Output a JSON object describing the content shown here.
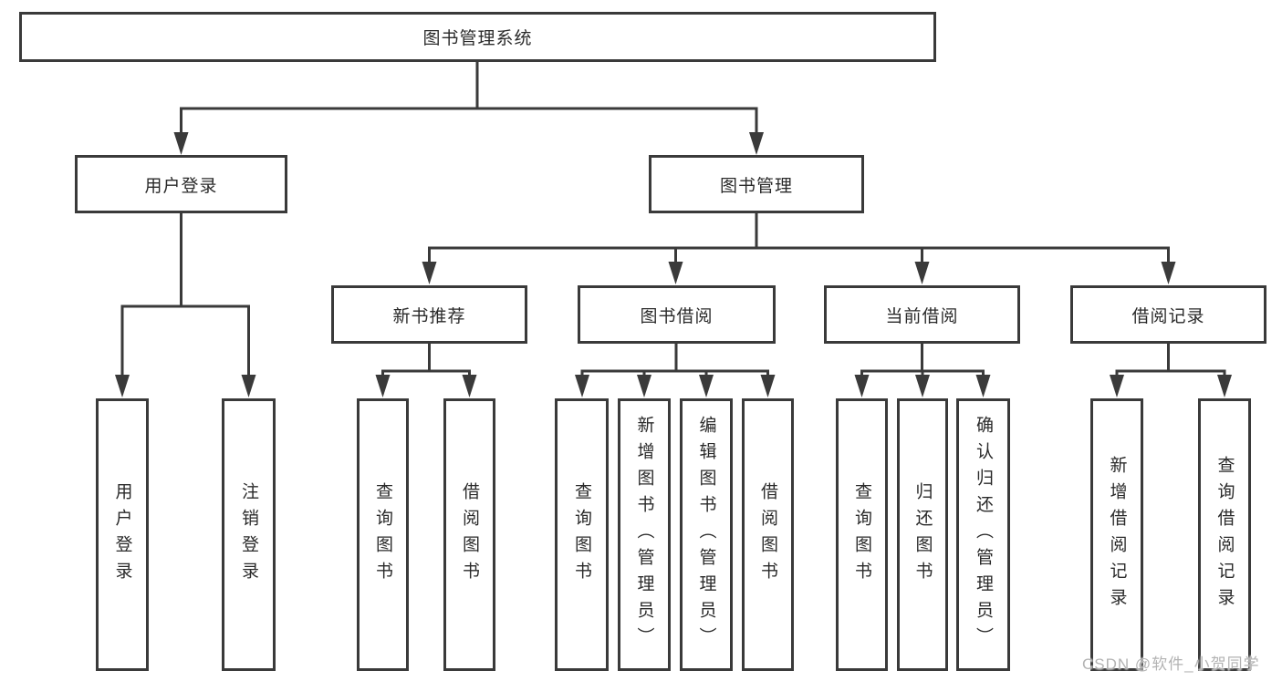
{
  "diagram": {
    "type": "hierarchy-tree",
    "tree": {
      "label": "图书管理系统",
      "children": [
        {
          "label": "用户登录",
          "children": [
            {
              "label": "用户登录"
            },
            {
              "label": "注销登录"
            }
          ]
        },
        {
          "label": "图书管理",
          "children": [
            {
              "label": "新书推荐",
              "children": [
                {
                  "label": "查询图书"
                },
                {
                  "label": "借阅图书"
                }
              ]
            },
            {
              "label": "图书借阅",
              "children": [
                {
                  "label": "查询图书"
                },
                {
                  "label": "新增图书（管理员）"
                },
                {
                  "label": "编辑图书（管理员）"
                },
                {
                  "label": "借阅图书"
                }
              ]
            },
            {
              "label": "当前借阅",
              "children": [
                {
                  "label": "查询图书"
                },
                {
                  "label": "归还图书"
                },
                {
                  "label": "确认归还（管理员）"
                }
              ]
            },
            {
              "label": "借阅记录",
              "children": [
                {
                  "label": "新增借阅记录"
                },
                {
                  "label": "查询借阅记录"
                }
              ]
            }
          ]
        }
      ]
    },
    "colors": {
      "border": "#3a3a3a",
      "line": "#3a3a3a",
      "text": "#2a2a2a",
      "background": "#ffffff",
      "watermark": "#b3b3b3"
    }
  },
  "watermark": {
    "text": "CSDN @软件_小贺同学"
  }
}
